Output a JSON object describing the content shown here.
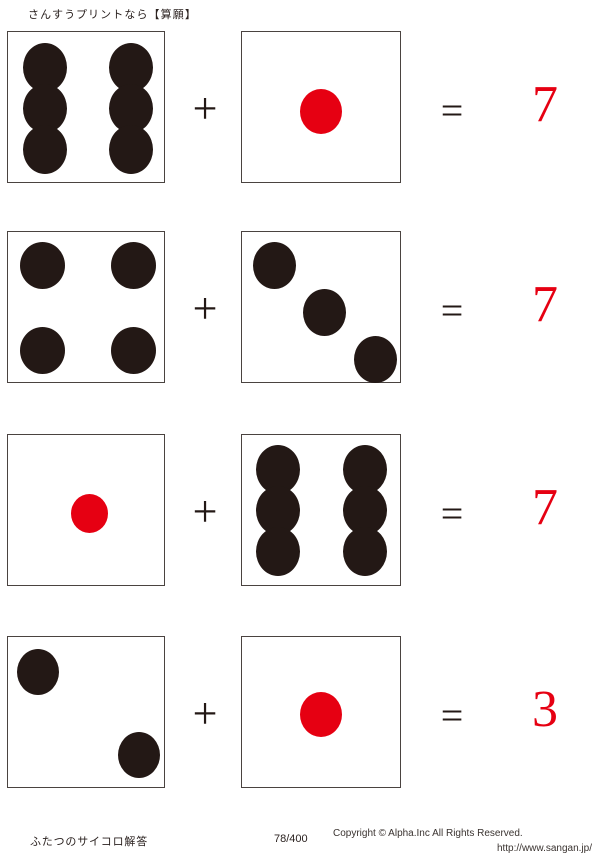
{
  "header": {
    "title": "さんすうプリントなら【算願】"
  },
  "colors": {
    "pip_black": "#231815",
    "pip_red": "#e60012",
    "die_border": "#4a4340",
    "answer_red": "#e60012",
    "text": "#2b2220"
  },
  "symbols": {
    "plus": "+",
    "equals": "="
  },
  "problems": [
    {
      "index": 1,
      "left_die": {
        "value": 6,
        "pip_color": "black",
        "layout": "six"
      },
      "right_die": {
        "value": 1,
        "pip_color": "red",
        "layout": "one"
      },
      "operator": "+",
      "relation": "=",
      "answer": "7"
    },
    {
      "index": 2,
      "left_die": {
        "value": 4,
        "pip_color": "black",
        "layout": "four"
      },
      "right_die": {
        "value": 3,
        "pip_color": "black",
        "layout": "three"
      },
      "operator": "+",
      "relation": "=",
      "answer": "7"
    },
    {
      "index": 3,
      "left_die": {
        "value": 1,
        "pip_color": "red",
        "layout": "one"
      },
      "right_die": {
        "value": 6,
        "pip_color": "black",
        "layout": "six"
      },
      "operator": "+",
      "relation": "=",
      "answer": "7"
    },
    {
      "index": 4,
      "left_die": {
        "value": 2,
        "pip_color": "black",
        "layout": "two"
      },
      "right_die": {
        "value": 1,
        "pip_color": "red",
        "layout": "one"
      },
      "operator": "+",
      "relation": "=",
      "answer": "3"
    }
  ],
  "footer": {
    "sheet_title": "ふたつのサイコロ解答",
    "page": "78/400",
    "copyright": "Copyright ©  Alpha.Inc All Rights Reserved.",
    "url": "http://www.sangan.jp/"
  }
}
